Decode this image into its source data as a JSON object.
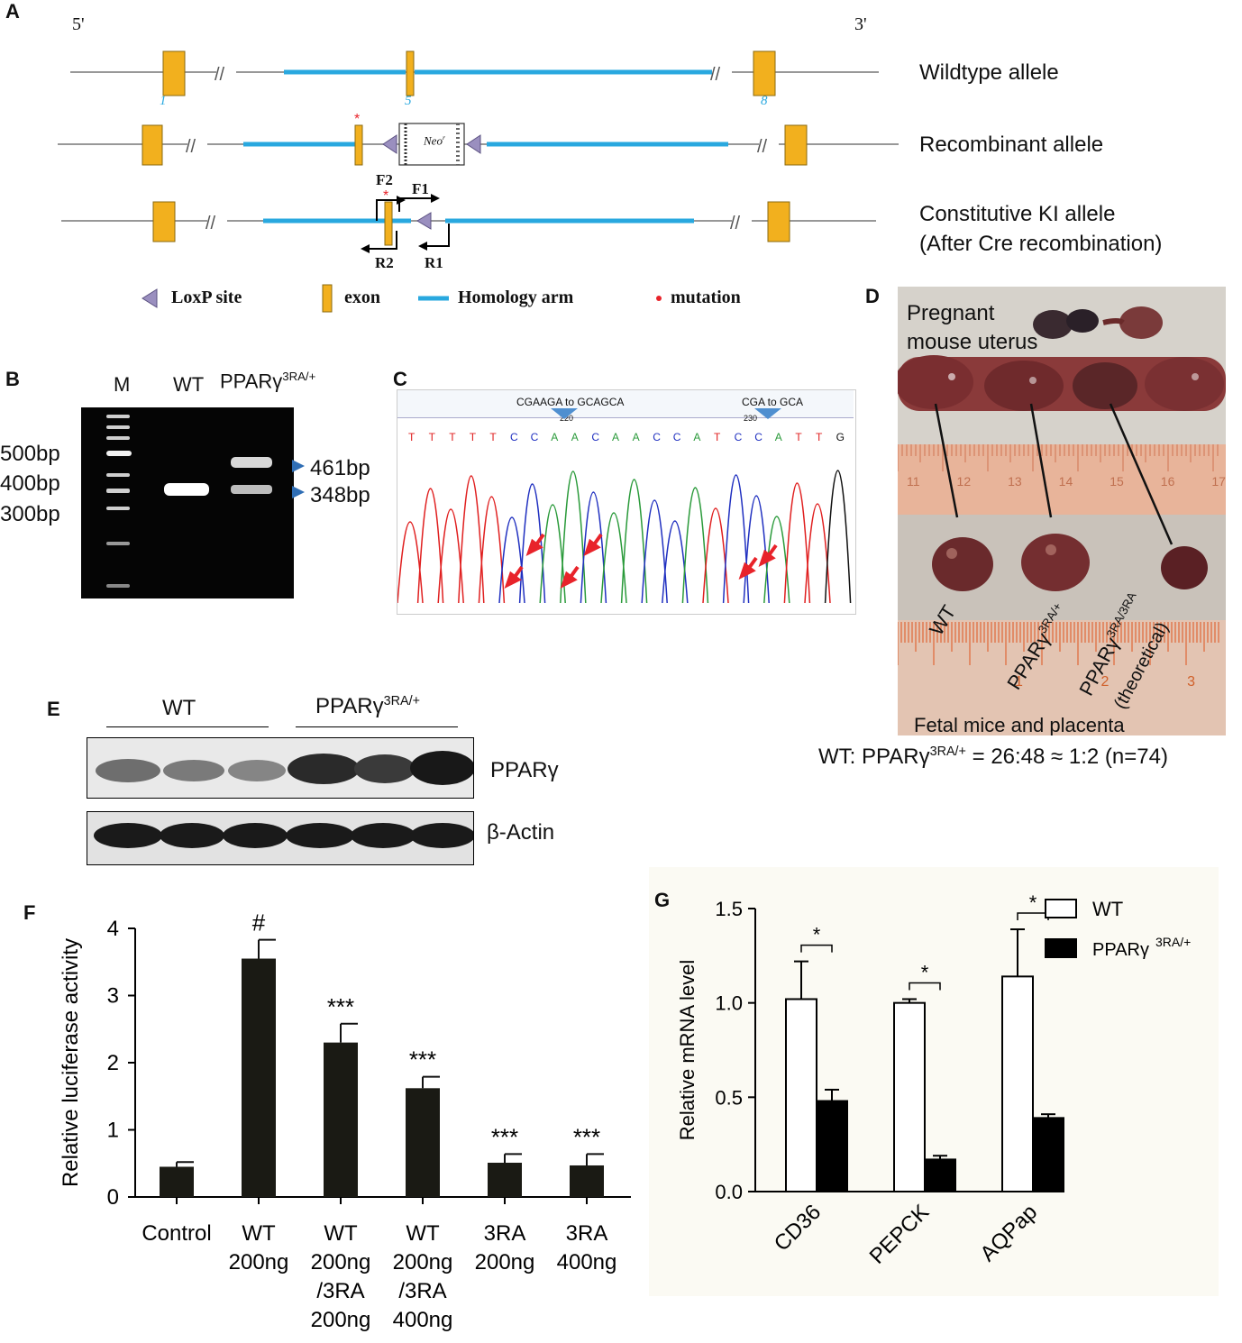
{
  "panels": {
    "A": "A",
    "B": "B",
    "C": "C",
    "D": "D",
    "E": "E",
    "F": "F",
    "G": "G"
  },
  "panelA": {
    "five_prime": "5'",
    "three_prime": "3'",
    "wildtype": "Wildtype allele",
    "recombinant": "Recombinant allele",
    "ki_line1": "Constitutive KI allele",
    "ki_line2": "(After Cre recombination)",
    "exon1": "1",
    "exon5": "5",
    "exon8": "8",
    "neo": "Neo",
    "neo_sup": "r",
    "F1": "F1",
    "F2": "F2",
    "R1": "R1",
    "R2": "R2",
    "legend": {
      "loxp": "LoxP site",
      "exon": "exon",
      "homology": "Homology arm",
      "mutation": "mutation"
    },
    "colors": {
      "exon": "#F2B01E",
      "homology": "#29A8DF",
      "loxp": "#9A8FBF",
      "mutation": "#E8232A"
    }
  },
  "panelB": {
    "lane_M": "M",
    "lane_WT": "WT",
    "lane_mut": "PPARγ",
    "lane_mut_sup": "3RA/+",
    "ladder": [
      "500bp",
      "400bp",
      "300bp"
    ],
    "band_labels": [
      "461bp",
      "348bp"
    ]
  },
  "panelC": {
    "annot1": "CGAAGA to GCAGCA",
    "annot2": "CGA to GCA",
    "pos1": "220",
    "pos2": "230",
    "bases": [
      "T",
      "T",
      "T",
      "T",
      "T",
      "C",
      "C",
      "A",
      "A",
      "C",
      "A",
      "A",
      "C",
      "C",
      "A",
      "T",
      "C",
      "C",
      "A",
      "T",
      "T",
      "G"
    ]
  },
  "panelD": {
    "title_l1": "Pregnant",
    "title_l2": "mouse uterus",
    "labels": [
      "WT",
      "PPARγ",
      "PPARγ"
    ],
    "label_sups": [
      "",
      "3RA/+",
      "3RA/3RA"
    ],
    "theoretical": "(theoretical)",
    "ruler_top": [
      "11",
      "12",
      "13",
      "14",
      "15",
      "16",
      "17"
    ],
    "ruler_bottom": [
      "1",
      "2",
      "3"
    ],
    "caption": "Fetal mice and placenta",
    "ratio_pre": "WT: PPARγ",
    "ratio_sup": "3RA/+",
    "ratio_post": " = 26:48 ≈ 1:2  (n=74)"
  },
  "panelE": {
    "group_WT": "WT",
    "group_mut": "PPARγ",
    "group_mut_sup": "3RA/+",
    "row1": "PPARγ",
    "row2": "β-Actin"
  },
  "chart_data": [
    {
      "panel": "F",
      "type": "bar",
      "ylabel": "Relative luciferase activity",
      "ylim": [
        0,
        4
      ],
      "yticks": [
        "0",
        "1",
        "2",
        "3",
        "4"
      ],
      "categories": [
        [
          "Control"
        ],
        [
          "WT",
          "200ng"
        ],
        [
          "WT",
          "200ng",
          "/3RA",
          "200ng"
        ],
        [
          "WT",
          "200ng",
          "/3RA",
          "400ng"
        ],
        [
          "3RA",
          "200ng"
        ],
        [
          "3RA",
          "400ng"
        ]
      ],
      "values": [
        0.45,
        3.55,
        2.3,
        1.62,
        0.51,
        0.47
      ],
      "errors": [
        0.07,
        0.28,
        0.28,
        0.17,
        0.13,
        0.17
      ],
      "annotations": [
        "",
        "#",
        "***",
        "***",
        "***",
        "***"
      ],
      "bar_color": "#1a1a14"
    },
    {
      "panel": "G",
      "type": "bar",
      "ylabel": "Relative mRNA level",
      "ylim": [
        0,
        1.5
      ],
      "yticks": [
        "0.0",
        "0.5",
        "1.0",
        "1.5"
      ],
      "categories": [
        "CD36",
        "PEPCK",
        "AQPap"
      ],
      "series": [
        {
          "name": "WT",
          "values": [
            1.02,
            1.0,
            1.14
          ],
          "errors": [
            0.2,
            0.02,
            0.25
          ],
          "fill": "#ffffff"
        },
        {
          "name": "PPARγ",
          "name_sup": "3RA/+",
          "values": [
            0.48,
            0.17,
            0.39
          ],
          "errors": [
            0.06,
            0.02,
            0.02
          ],
          "fill": "#000000"
        }
      ],
      "significance": [
        "*",
        "*",
        "*"
      ],
      "legend_position": "top-right"
    }
  ]
}
